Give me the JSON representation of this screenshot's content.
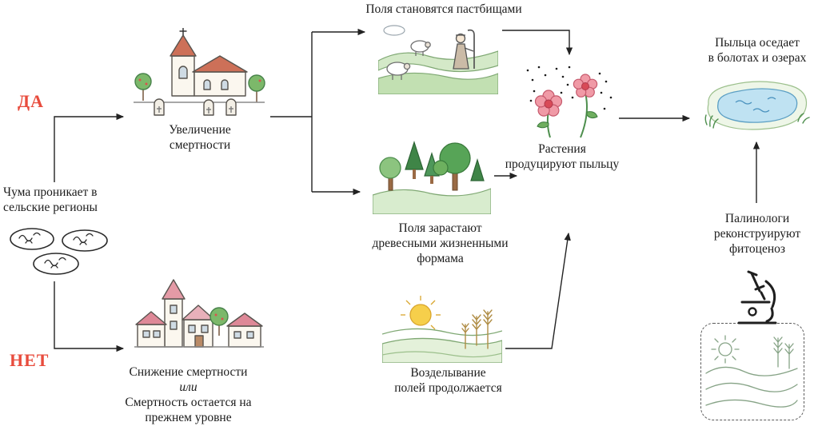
{
  "colors": {
    "accent_red": "#e84c3d",
    "text": "#1b1b1b",
    "vegetation_green": "#57a457",
    "water_blue": "#bfe2f2",
    "roof_red": "#cd7058",
    "roof_pink": "#e49aa6",
    "flower_pink": "#f09aa6",
    "sun_yellow": "#f6cf4b"
  },
  "labels": {
    "yes": "ДА",
    "no": "НЕТ",
    "plague": {
      "lines": [
        "Чума проникает в",
        "сельские регионы"
      ]
    },
    "mortality_up": {
      "lines": [
        "Увеличение",
        "смертности"
      ]
    },
    "mortality_down": {
      "lines": [
        "Снижение смертности",
        "или",
        "Смертность остается на",
        "прежнем уровне"
      ]
    },
    "fields_pastures": {
      "lines": [
        "Поля становятся пастбищами"
      ]
    },
    "fields_overgrow": {
      "lines": [
        "Поля зарастают",
        "древесными жизненными",
        "формама"
      ]
    },
    "cultivation": {
      "lines": [
        "Возделывание",
        "полей продолжается"
      ]
    },
    "plants_pollen": {
      "lines": [
        "Растения",
        "продуцируют пыльцу"
      ]
    },
    "pollen_settles": {
      "lines": [
        "Пыльца оседает",
        "в болотах и озерах"
      ]
    },
    "palynologists": {
      "lines": [
        "Палинологи",
        "реконструируют",
        "фитоценоз"
      ]
    }
  },
  "illustrations": {
    "plague_bacteria": "plague-bacteria-illustration",
    "church_cemetery": "church-cemetery-illustration",
    "village": "village-illustration",
    "pasture_shepherd": "pasture-shepherd-illustration",
    "woodland": "woodland-illustration",
    "cultivated_field": "cultivated-field-illustration",
    "flowers_pollen": "flowers-pollen-illustration",
    "lake": "lake-illustration",
    "microscope": "microscope-illustration",
    "landscape_sketch": "landscape-sketch-illustration"
  }
}
